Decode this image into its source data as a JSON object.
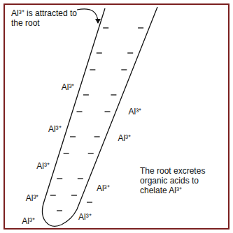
{
  "diagram": {
    "labels": [
      "Al³⁺ is attracted to the root",
      "The root excretes organic acids to chelate Al³⁺",
      "Al³⁺",
      "Al³⁺",
      "Al³⁺",
      "Al³⁺",
      "Al³⁺",
      "Al³⁺",
      "Al³⁺",
      "Al³⁺",
      "Al³⁺"
    ]
  }
}
